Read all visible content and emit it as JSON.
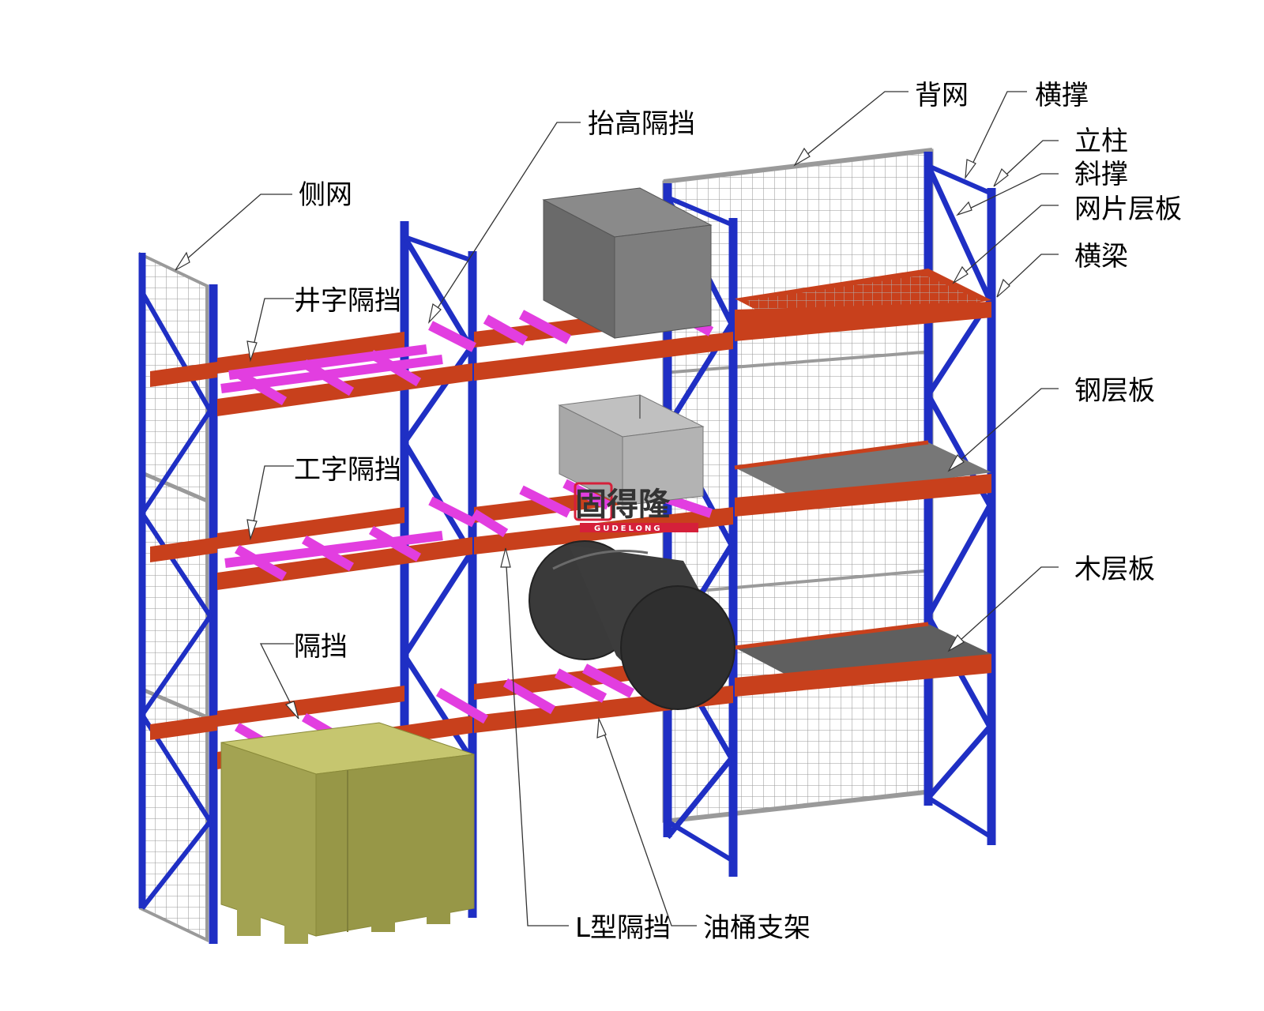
{
  "labels": {
    "side_mesh": "侧网",
    "raised_divider": "抬高隔挡",
    "back_mesh": "背网",
    "horizontal_brace": "横撑",
    "upright": "立柱",
    "diagonal_brace": "斜撑",
    "mesh_deck": "网片层板",
    "beam": "横梁",
    "cross_divider": "井字隔挡",
    "i_divider": "工字隔挡",
    "steel_deck": "钢层板",
    "divider": "隔挡",
    "wood_deck": "木层板",
    "l_divider": "L型隔挡",
    "drum_support": "油桶支架"
  },
  "brand": {
    "cn": "固得隆",
    "en": "GUDELONG"
  },
  "colors": {
    "upright": "#1f2fc4",
    "beam": "#c8401c",
    "divider": "#e23ee0",
    "mesh": "#9a9a9a",
    "box_cargo": "#a3a352",
    "grey_box": "#707070",
    "drum": "#3c3c3c",
    "deck": "#6b6b6b",
    "brand_red": "#d5203a"
  }
}
